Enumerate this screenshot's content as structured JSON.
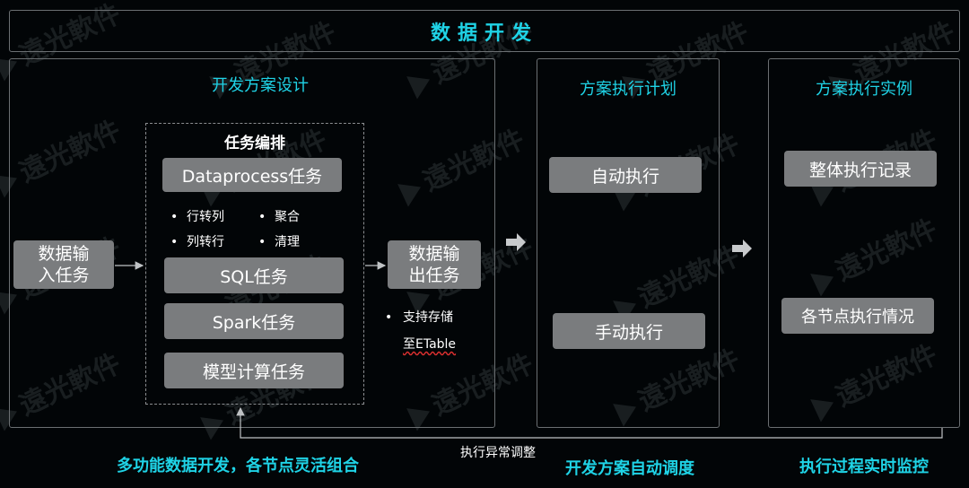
{
  "title": "数据开发",
  "watermark": "遠光軟件",
  "sections": {
    "design": {
      "header": "开发方案设计",
      "task_group_title": "任务编排",
      "input_task": "数据输\n入任务",
      "dataprocess": "Dataprocess任务",
      "bullets": [
        "行转列",
        "聚合",
        "列转行",
        "清理"
      ],
      "sql": "SQL任务",
      "spark": "Spark任务",
      "model": "模型计算任务",
      "output_task": "数据输\n出任务",
      "output_notes": [
        "支持存储",
        "至ETable"
      ],
      "footer": "多功能数据开发，各节点灵活组合"
    },
    "plan": {
      "header": "方案执行计划",
      "auto": "自动执行",
      "manual": "手动执行",
      "footer": "开发方案自动调度"
    },
    "instance": {
      "header": "方案执行实例",
      "record": "整体执行记录",
      "node_status": "各节点执行情况",
      "footer": "执行过程实时监控"
    }
  },
  "exception_label": "执行异常调整",
  "colors": {
    "accent": "#1fd3e6",
    "box": "#7a7c7e",
    "border": "#6b6f72",
    "background": "#020507"
  }
}
